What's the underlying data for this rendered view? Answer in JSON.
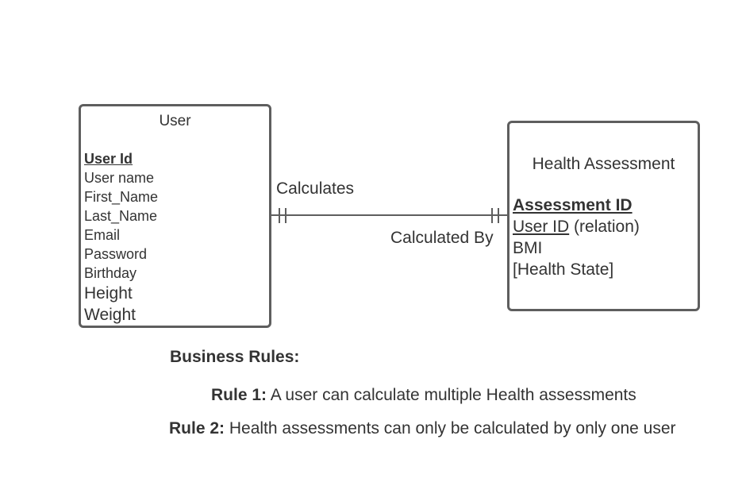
{
  "entities": {
    "user": {
      "title": "User",
      "primary_key": "User Id",
      "attributes": [
        "User name",
        "First_Name",
        "Last_Name",
        "Email",
        "Password",
        "Birthday"
      ],
      "large_attributes": [
        "Height",
        "Weight"
      ]
    },
    "health_assessment": {
      "title": "Health Assessment",
      "primary_key": "Assessment ID",
      "foreign_key": "User ID",
      "foreign_key_note": "(relation)",
      "attributes": [
        "BMI",
        "[Health State]"
      ]
    }
  },
  "relationship": {
    "forward_label": "Calculates",
    "reverse_label": "Calculated By",
    "cardinality_user": "one-and-only-one",
    "cardinality_health_assessment": "one-and-only-one"
  },
  "business_rules": {
    "heading": "Business Rules:",
    "rules": [
      {
        "label": "Rule 1:",
        "text": "A user can calculate multiple Health assessments"
      },
      {
        "label": "Rule 2:",
        "text": "Health assessments can only be calculated by only one user"
      }
    ]
  },
  "colors": {
    "line": "#5e5e5e",
    "text": "#333333"
  }
}
